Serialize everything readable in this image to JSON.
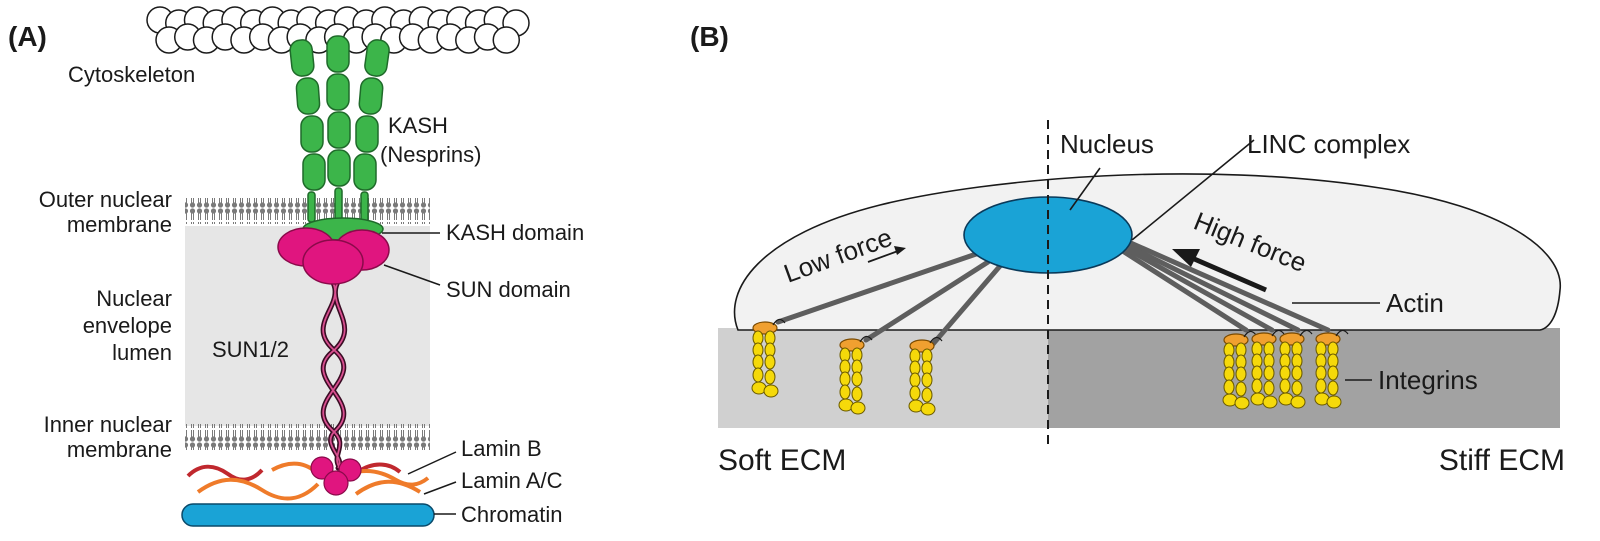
{
  "panel_a": {
    "label": "(A)",
    "cytoskeleton": "Cytoskeleton",
    "kash_line1": "KASH",
    "kash_line2": "(Nesprins)",
    "outer_line1": "Outer nuclear",
    "outer_line2": "membrane",
    "kash_domain": "KASH domain",
    "sun_domain": "SUN domain",
    "lumen_line1": "Nuclear",
    "lumen_line2": "envelope",
    "lumen_line3": "lumen",
    "sun12": "SUN1/2",
    "inner_line1": "Inner nuclear",
    "inner_line2": "membrane",
    "lamin_b": "Lamin B",
    "lamin_ac": "Lamin A/C",
    "chromatin": "Chromatin"
  },
  "panel_b": {
    "label": "(B)",
    "nucleus": "Nucleus",
    "linc": "LINC complex",
    "low_force": "Low force",
    "high_force": "High force",
    "actin": "Actin",
    "integrins": "Integrins",
    "soft_ecm": "Soft ECM",
    "stiff_ecm": "Stiff ECM"
  },
  "colors": {
    "kash_green": "#3cb54a",
    "sun_magenta": "#e0157f",
    "nucleus_blue": "#1aa3d6",
    "integrin_yellow": "#f5d90a",
    "integrin_orange": "#f0a030",
    "lamin_b_red": "#c0282e",
    "lamin_ac_orange": "#ef7b2a",
    "soft_ecm_gray": "#d0d0d0",
    "stiff_ecm_gray": "#a2a2a2",
    "lumen_gray": "#e6e6e6"
  }
}
